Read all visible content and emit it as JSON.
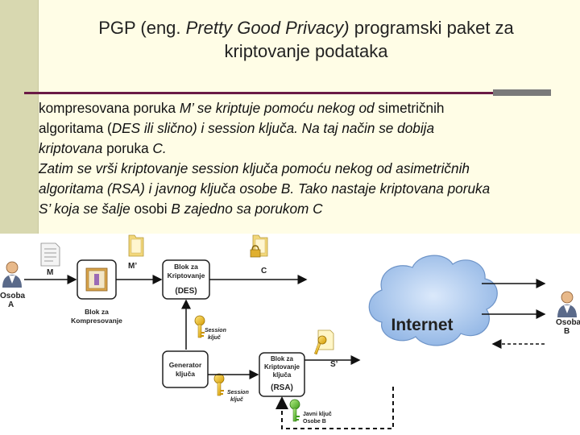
{
  "slide": {
    "title_part1": "PGP (eng. ",
    "title_italic": "Pretty Good Privacy)",
    "title_part2": " programski paket za",
    "title_line2": "kriptovanje podataka",
    "para": [
      {
        "t": "kompresovana poruka ",
        "i": false
      },
      {
        "t": "M’ se kriptuje pomoću nekog od ",
        "i": true
      },
      {
        "t": " simetričnih",
        "i": false
      },
      {
        "t": "\n",
        "i": false
      },
      {
        "t": "algoritama (",
        "i": false
      },
      {
        "t": "DES ili slično) i session ključa. Na taj način se dobija",
        "i": true
      },
      {
        "t": "\n",
        "i": false
      },
      {
        "t": "kriptovana ",
        "i": true
      },
      {
        "t": " poruka ",
        "i": false
      },
      {
        "t": "C.",
        "i": true
      },
      {
        "t": "\n",
        "i": false
      },
      {
        "t": "Zatim se vrši kriptovanje session ključa pomoću nekog od asimetričnih",
        "i": true
      },
      {
        "t": "\n",
        "i": false
      },
      {
        "t": "algoritama (RSA) i javnog ključa osobe B. Tako nastaje kriptovana poruka",
        "i": true
      },
      {
        "t": "\n",
        "i": false
      },
      {
        "t": "S’ koja se šalje ",
        "i": true
      },
      {
        "t": "osobi ",
        "i": false
      },
      {
        "t": "B zajedno sa porukom C",
        "i": true
      }
    ]
  },
  "diagram": {
    "osoba_a": [
      "Osoba",
      "A"
    ],
    "osoba_b": [
      "Osoba",
      "B"
    ],
    "m_label": "M",
    "m_prime_label": "M’",
    "c_label": "C",
    "s_prime_label": "S’",
    "kompres_label": [
      "Blok za",
      "Kompresovanje"
    ],
    "des_block": [
      "Blok za",
      "Kriptovanje",
      "(DES)"
    ],
    "generator_block": [
      "Generator",
      "ključa"
    ],
    "rsa_block": [
      "Blok za",
      "Kriptovanje",
      "ključa",
      "(RSA)"
    ],
    "session_key_1": [
      "Session",
      "ključ"
    ],
    "session_key_2": [
      "Session",
      "ključ"
    ],
    "javni_kljuc": [
      "Javni ključ",
      "Osobe B"
    ],
    "internet_label": "Internet"
  },
  "colors": {
    "title_rule": "#6a1a45",
    "top_background": "#fffde6",
    "left_strip": "#d8d8b0",
    "cloud": "#a9c8ee"
  }
}
